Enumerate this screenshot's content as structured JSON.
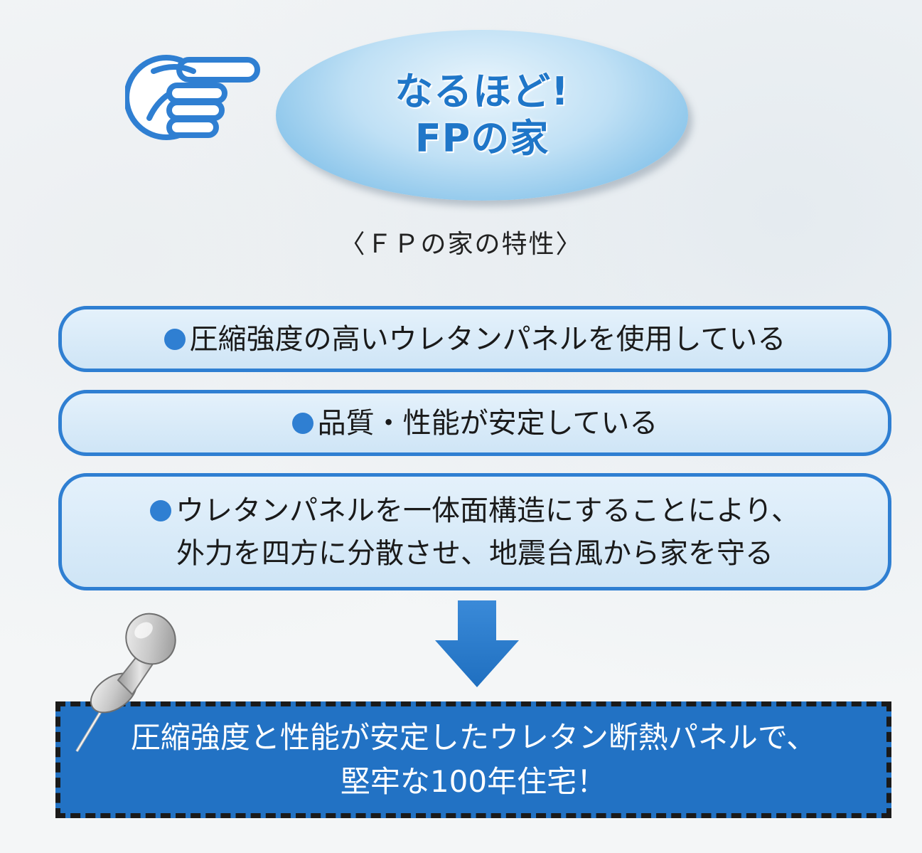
{
  "header": {
    "title_line1": "なるほど!",
    "title_line2": "FPの家",
    "icon": "pointing-hand-icon"
  },
  "subtitle": "〈ＦＰの家の特性〉",
  "features": [
    {
      "lines": [
        "圧縮強度の高いウレタンパネルを使用している"
      ]
    },
    {
      "lines": [
        "品質・性能が安定している"
      ]
    },
    {
      "lines": [
        "ウレタンパネルを一体面構造にすることにより、",
        "外力を四方に分散させ、地震台風から家を守る"
      ]
    }
  ],
  "arrow_icon": "arrow-down-icon",
  "pin_icon": "pushpin-icon",
  "conclusion": {
    "line1": "圧縮強度と性能が安定したウレタン断熱パネルで、",
    "line2": "堅牢な100年住宅！"
  },
  "colors": {
    "accent": "#2f7fd2",
    "panel_fill": "#dbeaf7",
    "conclusion_fill": "#2272c4",
    "title_text": "#1f76c8"
  }
}
